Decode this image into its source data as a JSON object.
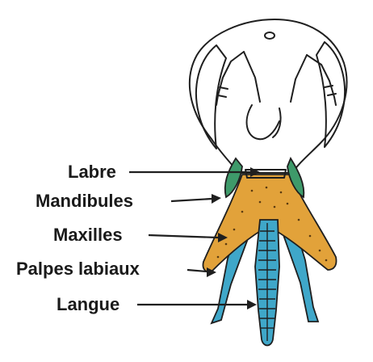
{
  "labels": {
    "labre": "Labre",
    "mandibules": "Mandibules",
    "maxilles": "Maxilles",
    "palpes_labiaux": "Palpes labiaux",
    "langue": "Langue"
  },
  "colors": {
    "labre": "#3e9a6a",
    "mandibules": "#3e9a6a",
    "maxilles": "#e2a23a",
    "palpes_labiaux": "#3fa7c9",
    "langue": "#3fa7c9",
    "outline": "#1f1f1f",
    "background": "#ffffff"
  }
}
